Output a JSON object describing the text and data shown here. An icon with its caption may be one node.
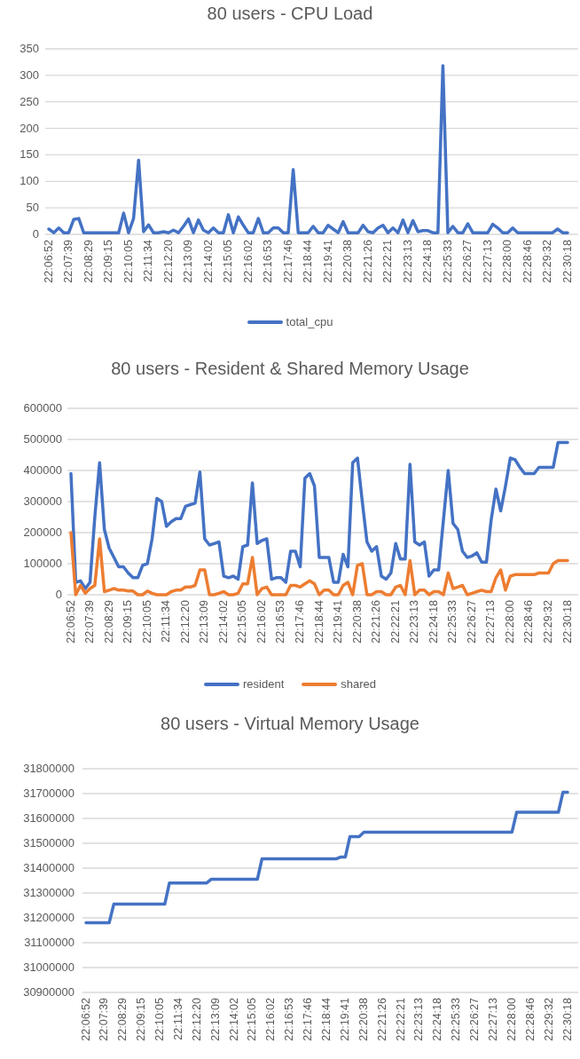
{
  "diagram": {
    "chart_data": [
      {
        "type": "line",
        "title": "80 users - CPU Load",
        "categories": [
          "22:06:52",
          null,
          null,
          null,
          "22:07:39",
          null,
          null,
          null,
          "22:08:29",
          null,
          null,
          null,
          "22:09:15",
          null,
          null,
          null,
          "22:10:05",
          null,
          null,
          null,
          "22:11:34",
          null,
          null,
          null,
          "22:12:20",
          null,
          null,
          null,
          "22:13:09",
          null,
          null,
          null,
          "22:14:02",
          null,
          null,
          null,
          "22:15:05",
          null,
          null,
          null,
          "22:16:02",
          null,
          null,
          null,
          "22:16:53",
          null,
          null,
          null,
          "22:17:46",
          null,
          null,
          null,
          "22:18:44",
          null,
          null,
          null,
          "22:19:41",
          null,
          null,
          null,
          "22:20:38",
          null,
          null,
          null,
          "22:21:26",
          null,
          null,
          null,
          "22:22:21",
          null,
          null,
          null,
          "22:23:13",
          null,
          null,
          null,
          "22:24:18",
          null,
          null,
          null,
          "22:25:33",
          null,
          null,
          null,
          "22:26:27",
          null,
          null,
          null,
          "22:27:13",
          null,
          null,
          null,
          "22:28:00",
          null,
          null,
          null,
          "22:28:46",
          null,
          null,
          null,
          "22:29:32",
          null,
          null,
          null,
          "22:30:18"
        ],
        "series": [
          {
            "name": "total_cpu",
            "color": "#4472c4",
            "values": [
              10,
              3,
              12,
              3,
              3,
              28,
              30,
              3,
              3,
              3,
              3,
              3,
              3,
              3,
              3,
              40,
              3,
              30,
              140,
              5,
              18,
              3,
              3,
              5,
              3,
              8,
              3,
              15,
              29,
              3,
              27,
              8,
              3,
              12,
              3,
              3,
              37,
              3,
              33,
              17,
              3,
              3,
              30,
              3,
              3,
              12,
              12,
              3,
              3,
              122,
              3,
              3,
              3,
              15,
              3,
              3,
              17,
              10,
              3,
              24,
              3,
              3,
              3,
              17,
              5,
              3,
              12,
              17,
              3,
              12,
              3,
              27,
              3,
              26,
              5,
              7,
              7,
              3,
              3,
              318,
              3,
              15,
              3,
              3,
              20,
              3,
              3,
              3,
              3,
              19,
              12,
              3,
              3,
              12,
              3,
              3,
              3,
              3,
              3,
              3,
              3,
              3,
              10,
              3,
              3
            ]
          }
        ],
        "grid": true,
        "legend": "bottom",
        "ylim": [
          0,
          350
        ],
        "yticks": [
          0,
          50,
          100,
          150,
          200,
          250,
          300,
          350
        ]
      },
      {
        "type": "line",
        "title": "80 users - Resident & Shared Memory Usage",
        "categories": [
          "22:06:52",
          null,
          null,
          null,
          "22:07:39",
          null,
          null,
          null,
          "22:08:29",
          null,
          null,
          null,
          "22:09:15",
          null,
          null,
          null,
          "22:10:05",
          null,
          null,
          null,
          "22:11:34",
          null,
          null,
          null,
          "22:12:20",
          null,
          null,
          null,
          "22:13:09",
          null,
          null,
          null,
          "22:14:02",
          null,
          null,
          null,
          "22:15:05",
          null,
          null,
          null,
          "22:16:02",
          null,
          null,
          null,
          "22:16:53",
          null,
          null,
          null,
          "22:17:46",
          null,
          null,
          null,
          "22:18:44",
          null,
          null,
          null,
          "22:19:41",
          null,
          null,
          null,
          "22:20:38",
          null,
          null,
          null,
          "22:21:26",
          null,
          null,
          null,
          "22:22:21",
          null,
          null,
          null,
          "22:23:13",
          null,
          null,
          null,
          "22:24:18",
          null,
          null,
          null,
          "22:25:33",
          null,
          null,
          null,
          "22:26:27",
          null,
          null,
          null,
          "22:27:13",
          null,
          null,
          null,
          "22:28:00",
          null,
          null,
          null,
          "22:28:46",
          null,
          null,
          null,
          "22:29:32",
          null,
          null,
          null,
          "22:30:18"
        ],
        "series": [
          {
            "name": "resident",
            "color": "#4472c4",
            "values": [
              390000,
              40000,
              45000,
              20000,
              40000,
              250000,
              425000,
              210000,
              150000,
              120000,
              90000,
              90000,
              70000,
              55000,
              55000,
              95000,
              100000,
              180000,
              310000,
              300000,
              220000,
              235000,
              245000,
              245000,
              285000,
              290000,
              295000,
              395000,
              180000,
              160000,
              165000,
              170000,
              60000,
              55000,
              60000,
              50000,
              155000,
              160000,
              360000,
              165000,
              175000,
              180000,
              50000,
              55000,
              55000,
              40000,
              140000,
              140000,
              90000,
              375000,
              390000,
              350000,
              120000,
              120000,
              120000,
              40000,
              40000,
              130000,
              90000,
              425000,
              440000,
              300000,
              170000,
              140000,
              155000,
              60000,
              50000,
              70000,
              165000,
              115000,
              115000,
              420000,
              170000,
              160000,
              170000,
              60000,
              80000,
              80000,
              240000,
              400000,
              230000,
              210000,
              140000,
              120000,
              125000,
              135000,
              105000,
              105000,
              240000,
              340000,
              270000,
              350000,
              440000,
              435000,
              410000,
              390000,
              390000,
              390000,
              410000,
              410000,
              410000,
              410000,
              490000,
              490000,
              490000
            ]
          },
          {
            "name": "shared",
            "color": "#ed7d31",
            "values": [
              200000,
              0,
              30000,
              5000,
              20000,
              30000,
              180000,
              10000,
              15000,
              20000,
              15000,
              15000,
              12000,
              12000,
              0,
              0,
              12000,
              5000,
              0,
              0,
              0,
              10000,
              15000,
              15000,
              25000,
              25000,
              30000,
              80000,
              80000,
              0,
              0,
              5000,
              10000,
              0,
              0,
              5000,
              35000,
              35000,
              120000,
              0,
              20000,
              25000,
              0,
              0,
              0,
              0,
              30000,
              30000,
              25000,
              35000,
              45000,
              35000,
              0,
              15000,
              15000,
              0,
              0,
              30000,
              40000,
              0,
              95000,
              100000,
              0,
              0,
              10000,
              10000,
              0,
              0,
              25000,
              30000,
              0,
              110000,
              0,
              15000,
              15000,
              0,
              10000,
              10000,
              0,
              70000,
              20000,
              25000,
              30000,
              0,
              5000,
              10000,
              15000,
              10000,
              10000,
              55000,
              80000,
              15000,
              60000,
              65000,
              65000,
              65000,
              65000,
              65000,
              70000,
              70000,
              70000,
              100000,
              110000,
              110000,
              110000
            ]
          }
        ],
        "grid": true,
        "legend": "bottom",
        "ylim": [
          0,
          600000
        ],
        "yticks": [
          0,
          100000,
          200000,
          300000,
          400000,
          500000,
          600000
        ]
      },
      {
        "type": "line",
        "title": "80 users - Virtual Memory Usage",
        "categories": [
          "22:06:52",
          null,
          null,
          null,
          "22:07:39",
          null,
          null,
          null,
          "22:08:29",
          null,
          null,
          null,
          "22:09:15",
          null,
          null,
          null,
          "22:10:05",
          null,
          null,
          null,
          "22:11:34",
          null,
          null,
          null,
          "22:12:20",
          null,
          null,
          null,
          "22:13:09",
          null,
          null,
          null,
          "22:14:02",
          null,
          null,
          null,
          "22:15:05",
          null,
          null,
          null,
          "22:16:02",
          null,
          null,
          null,
          "22:16:53",
          null,
          null,
          null,
          "22:17:46",
          null,
          null,
          null,
          "22:18:44",
          null,
          null,
          null,
          "22:19:41",
          null,
          null,
          null,
          "22:20:38",
          null,
          null,
          null,
          "22:21:26",
          null,
          null,
          null,
          "22:22:21",
          null,
          null,
          null,
          "22:23:13",
          null,
          null,
          null,
          "22:24:18",
          null,
          null,
          null,
          "22:25:33",
          null,
          null,
          null,
          "22:26:27",
          null,
          null,
          null,
          "22:27:13",
          null,
          null,
          null,
          "22:28:00",
          null,
          null,
          null,
          "22:28:46",
          null,
          null,
          null,
          "22:29:32",
          null,
          null,
          null,
          "22:30:18"
        ],
        "series": [
          {
            "color": "#4472c4",
            "values": [
              31180000,
              31180000,
              31180000,
              31180000,
              31180000,
              31180000,
              31255000,
              31255000,
              31255000,
              31255000,
              31255000,
              31255000,
              31255000,
              31255000,
              31255000,
              31255000,
              31255000,
              31255000,
              31340000,
              31340000,
              31340000,
              31340000,
              31340000,
              31340000,
              31340000,
              31340000,
              31340000,
              31355000,
              31355000,
              31355000,
              31355000,
              31355000,
              31355000,
              31355000,
              31355000,
              31355000,
              31355000,
              31355000,
              31437000,
              31437000,
              31437000,
              31437000,
              31437000,
              31437000,
              31437000,
              31437000,
              31437000,
              31437000,
              31437000,
              31437000,
              31437000,
              31437000,
              31437000,
              31437000,
              31437000,
              31445000,
              31445000,
              31527000,
              31527000,
              31527000,
              31545000,
              31545000,
              31545000,
              31545000,
              31545000,
              31545000,
              31545000,
              31545000,
              31545000,
              31545000,
              31545000,
              31545000,
              31545000,
              31545000,
              31545000,
              31545000,
              31545000,
              31545000,
              31545000,
              31545000,
              31545000,
              31545000,
              31545000,
              31545000,
              31545000,
              31545000,
              31545000,
              31545000,
              31545000,
              31545000,
              31545000,
              31545000,
              31545000,
              31625000,
              31625000,
              31625000,
              31625000,
              31625000,
              31625000,
              31625000,
              31625000,
              31625000,
              31625000,
              31705000,
              31705000
            ]
          }
        ],
        "grid": true,
        "ylim": [
          30900000,
          31800000
        ],
        "yticks": [
          30900000,
          31000000,
          31100000,
          31200000,
          31300000,
          31400000,
          31500000,
          31600000,
          31700000,
          31800000
        ]
      }
    ]
  }
}
